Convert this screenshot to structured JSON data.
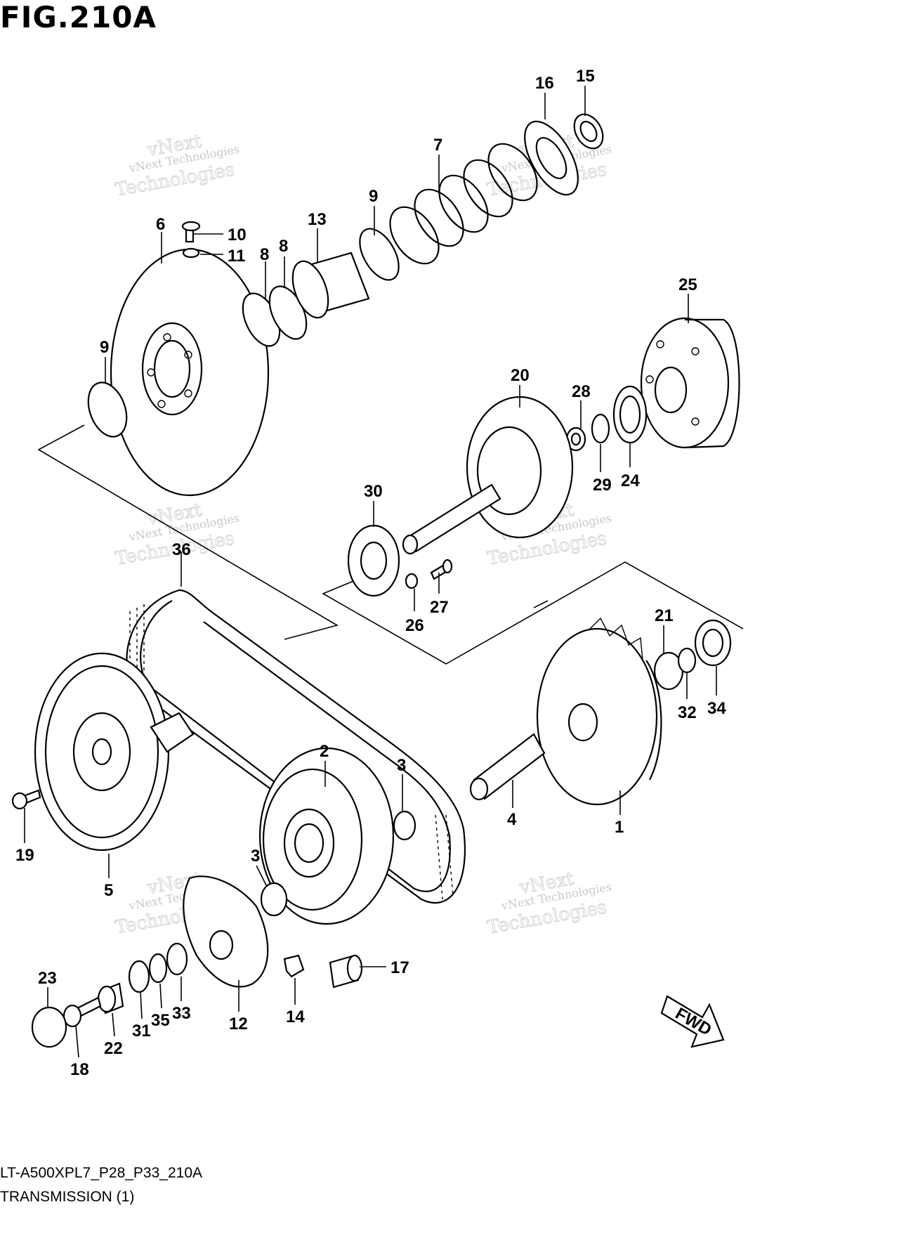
{
  "figure": {
    "title": "FIG.210A",
    "model_code": "LT-A500XPL7_P28_P33_210A",
    "caption": "TRANSMISSION (1)"
  },
  "fwd_arrow": {
    "label": "FWD"
  },
  "watermark": {
    "line1": "vNext Technologies",
    "line2": "Technologies",
    "line3": "vNext"
  },
  "callouts": {
    "c1": "1",
    "c2": "2",
    "c3a": "3",
    "c3b": "3",
    "c4": "4",
    "c5": "5",
    "c6": "6",
    "c7": "7",
    "c8a": "8",
    "c8b": "8",
    "c9a": "9",
    "c9b": "9",
    "c10": "10",
    "c11": "11",
    "c12": "12",
    "c13": "13",
    "c14": "14",
    "c15": "15",
    "c16": "16",
    "c17": "17",
    "c18": "18",
    "c19": "19",
    "c20": "20",
    "c21": "21",
    "c22": "22",
    "c23": "23",
    "c24": "24",
    "c25": "25",
    "c26": "26",
    "c27": "27",
    "c28": "28",
    "c29": "29",
    "c30": "30",
    "c31": "31",
    "c32": "32",
    "c33": "33",
    "c34": "34",
    "c35": "35",
    "c36": "36"
  }
}
